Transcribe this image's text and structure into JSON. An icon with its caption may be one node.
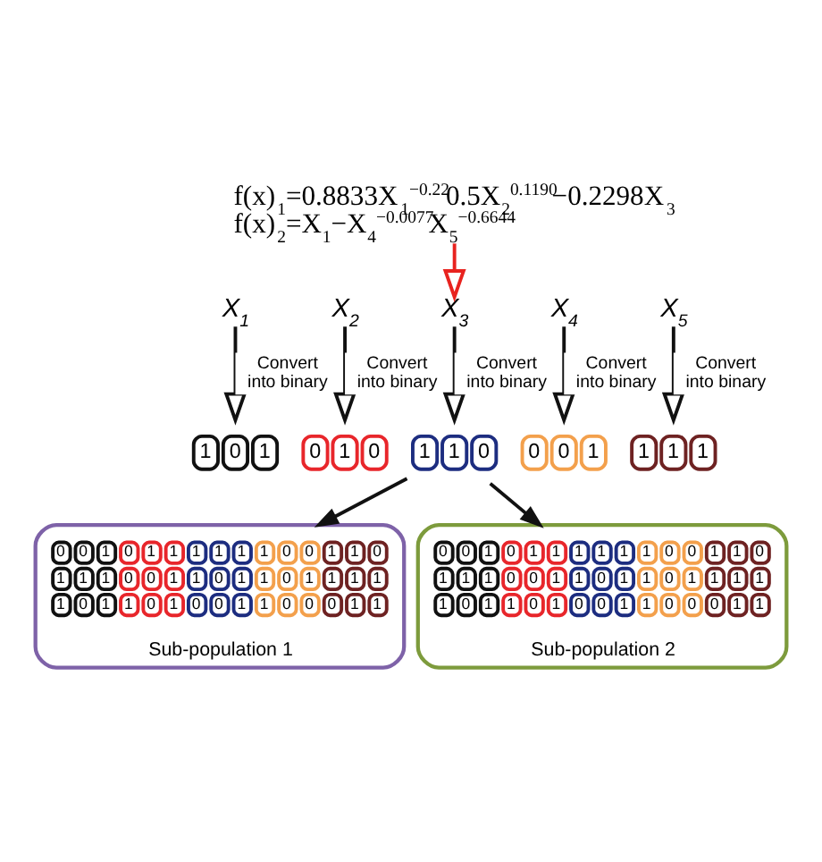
{
  "diagram": {
    "nodes": [
      {
        "text": [
          "f(x)$_{1}$=0.8833X$_{1}$$^{−0.22}$0.5X$_{2}$$^{0.1190}$−0.2298X$_{3}$",
          "f(x)$_{2}$=X$_{1}$−X$_{4}$$^{−0.0077}$X$_{5}$$^{−0.6644}$"
        ]
      },
      {
        "text": [
          "X$_{1}$"
        ]
      },
      {
        "text": [
          "X$_{2}$"
        ]
      },
      {
        "text": [
          "X$_{3}$"
        ]
      },
      {
        "text": [
          "X$_{4}$"
        ]
      },
      {
        "text": [
          "X$_{5}$"
        ]
      },
      {
        "text": [
          "1 0 1"
        ]
      },
      {
        "text": [
          "0 1 0"
        ]
      },
      {
        "text": [
          "1 1 0"
        ]
      },
      {
        "text": [
          "0 0 1"
        ]
      },
      {
        "text": [
          "1 1 1"
        ]
      },
      {
        "text": [
          "Sub-population 1"
        ]
      },
      {
        "text": [
          "0 0 1 0 1 1 1 1 1 1 0 0 1 1 0",
          "1 1 1 0 0 1 1 0 1 1 0 1 1 1 1",
          "1 0 1 1 0 1 0 0 1 1 0 0 0 1 1"
        ],
        "in": 11
      },
      {
        "text": [
          "Sub-population 2"
        ]
      },
      {
        "text": [
          "0 0 1 0 1 1 1 1 1 1 0 0 1 1 0",
          "1 1 1 0 0 1 1 0 1 1 0 1 1 1 1",
          "1 0 1 1 0 1 0 0 1 1 0 0 0 1 1"
        ],
        "in": 13
      }
    ],
    "edges": [
      {
        "from": 0,
        "to": 3,
        "arrow": "to",
        "color": "#e8231f"
      },
      {
        "from": 1,
        "to": 6,
        "arrow": "to",
        "label": "Convert into binary"
      },
      {
        "from": 2,
        "to": 7,
        "arrow": "to",
        "label": "Convert into binary"
      },
      {
        "from": 3,
        "to": 8,
        "arrow": "to",
        "label": "Convert into binary"
      },
      {
        "from": 4,
        "to": 9,
        "arrow": "to",
        "label": "Convert into binary"
      },
      {
        "from": 5,
        "to": 10,
        "arrow": "to",
        "label": "Convert into binary"
      },
      {
        "from": 8,
        "to": 11,
        "arrow": "to"
      },
      {
        "from": 8,
        "to": 13,
        "arrow": "to"
      }
    ]
  }
}
